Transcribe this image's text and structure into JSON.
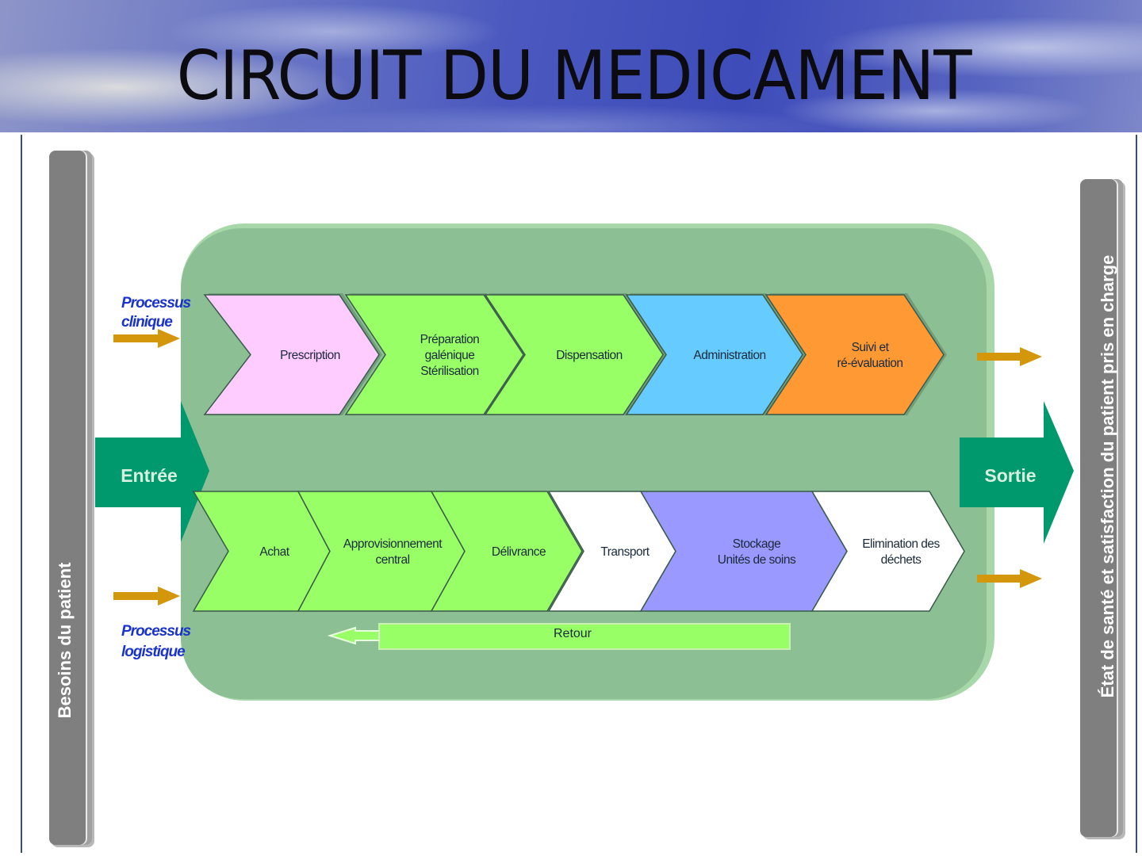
{
  "header": {
    "title": "CIRCUIT DU MEDICAMENT"
  },
  "pillars": {
    "left": "Besoins du patient",
    "right": "État de santé et satisfaction du patient pris en charge"
  },
  "flow": {
    "entry": "Entrée",
    "exit": "Sortie"
  },
  "processes": {
    "clinical_label": [
      "Processus",
      "clinique"
    ],
    "logistic_label": [
      "Processus",
      "logistique"
    ]
  },
  "clinical_steps": [
    {
      "lines": [
        "Prescription"
      ],
      "color": "#ffccff"
    },
    {
      "lines": [
        "Préparation",
        "galénique",
        "Stérilisation"
      ],
      "color": "#99ff66"
    },
    {
      "lines": [
        "Dispensation"
      ],
      "color": "#99ff66"
    },
    {
      "lines": [
        "Administration"
      ],
      "color": "#66ccff"
    },
    {
      "lines": [
        "Suivi et",
        "ré-évaluation"
      ],
      "color": "#ff9933"
    }
  ],
  "logistic_steps": [
    {
      "lines": [
        "Achat"
      ],
      "color": "#99ff66"
    },
    {
      "lines": [
        "Approvisionnement",
        "central"
      ],
      "color": "#99ff66"
    },
    {
      "lines": [
        "Délivrance"
      ],
      "color": "#99ff66"
    },
    {
      "lines": [
        "Transport"
      ],
      "color": "#ffffff"
    },
    {
      "lines": [
        "Stockage",
        "Unités de soins"
      ],
      "color": "#9999ff"
    },
    {
      "lines": [
        "Elimination des",
        "déchets"
      ],
      "color": "#ffffff"
    }
  ],
  "return_label": "Retour",
  "colors": {
    "container": "#8cbf94",
    "container_edge": "#a8d8aa",
    "flow_arrow": "#00996e",
    "side_arrow": "#d4960a",
    "process_label": "#1a33cc"
  }
}
